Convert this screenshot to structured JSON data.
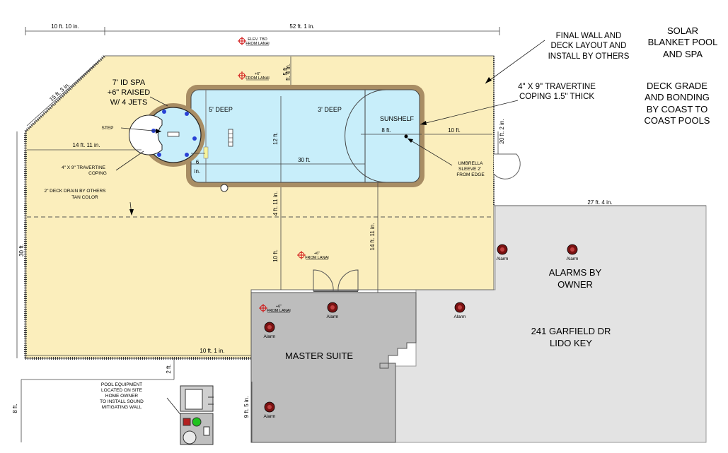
{
  "dimensions": {
    "top_left": "10 ft. 10 in.",
    "top_total": "52 ft. 1 in.",
    "diagonal": "15 ft. 3 in.",
    "spa_to_wall": "14 ft. 11 in.",
    "left_height": "30 ft.",
    "right_lot": "27 ft. 4 in.",
    "right_small": "20 ft. 2 in.",
    "v_top_5": "5 ft.",
    "v_top_4in": "ft. 4 in.",
    "v_pool_12": "12 ft.",
    "v_4_11": "4 ft. 11 in.",
    "v_10": "10 ft.",
    "v_14_11": "14 ft. 11 in.",
    "pool_30": "30 ft.",
    "sunshelf_8": "8 ft.",
    "sunshelf_10": "10 ft.",
    "step_6": "6",
    "step_in": "in.",
    "bottom_10_1": "10 ft. 1 in.",
    "v_2ft": "2 ft.",
    "v_8ft": "8 ft.",
    "v_9_5": "9 ft. 5 in."
  },
  "labels": {
    "spa": [
      "7' ID SPA",
      "+6\" RAISED",
      "W/ 4 JETS"
    ],
    "deep5": "5' DEEP",
    "deep3": "3' DEEP",
    "sunshelf": "SUNSHELF",
    "step": "STEP",
    "coping_left": [
      "4\" X 9\" TRAVERTINE",
      "COPING"
    ],
    "deck_drain": [
      "2\" DECK DRAIN BY OTHERS",
      "TAN COLOR"
    ],
    "umbrella": [
      "UMBRELLA",
      "SLEEVE 2'",
      "FROM EDGE"
    ],
    "final_wall": [
      "FINAL WALL AND",
      "DECK LAYOUT AND",
      "INSTALL BY OTHERS"
    ],
    "coping_right": [
      "4\" X 9\" TRAVERTINE",
      "COPING 1.5\" THICK"
    ],
    "solar": [
      "SOLAR",
      "BLANKET POOL",
      "AND SPA"
    ],
    "deck_grade": [
      "DECK GRADE",
      "AND BONDING",
      "BY COAST TO",
      "COAST POOLS"
    ],
    "alarms_by_owner": [
      "ALARMS BY",
      "OWNER"
    ],
    "address": [
      "241 GARFIELD DR",
      "LIDO KEY"
    ],
    "master_suite": "MASTER SUITE",
    "pool_equipment": [
      "POOL EQUIPMENT",
      "LOCATED ON SITE",
      "HOME OWNER",
      "TO INSTALL SOUND",
      "MITIGATING WALL"
    ],
    "alarm": "Alarm",
    "elev_marker": [
      "ELEV. TBD",
      "FROM LANAI"
    ],
    "plus6_marker": [
      "+6\"",
      "FROM LANAI"
    ]
  },
  "colors": {
    "deck": "#fbeebc",
    "pool": "#c8eefa",
    "house_dark": "#bdbdbd",
    "house_light": "#e3e3e3",
    "coping": "#a88d64",
    "alarm": "#7a1212",
    "marker": "#d01010",
    "equipment_green": "#1ec31e"
  },
  "icons": [
    "alarm-icon",
    "elevation-marker-icon",
    "spa-jet-icon",
    "pool-light-icon",
    "equipment-pump-icon"
  ]
}
